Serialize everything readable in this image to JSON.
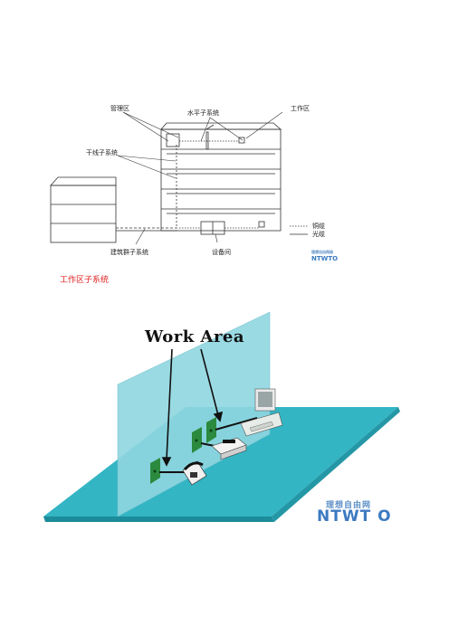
{
  "diagram1": {
    "labels": {
      "admin_area": "管理区",
      "horizontal_subsystem": "水平子系统",
      "work_area": "工作区",
      "backbone_subsystem": "干线子系统",
      "campus_subsystem": "建筑群子系统",
      "equipment_room": "设备间",
      "legend_copper": "铜缆",
      "legend_fiber": "光缆"
    },
    "watermark": {
      "cn": "理想自由网络",
      "en": "NTWTO"
    }
  },
  "section_heading": "工作区子系统",
  "diagram2": {
    "title": "Work Area",
    "watermark": {
      "cn": "理想自由网",
      "en": "NTWT O"
    }
  },
  "colors": {
    "heading": "#e02020",
    "floor": "#33b5c4",
    "wall": "#8fd6e0",
    "faceplate": "#2b8a3e"
  }
}
